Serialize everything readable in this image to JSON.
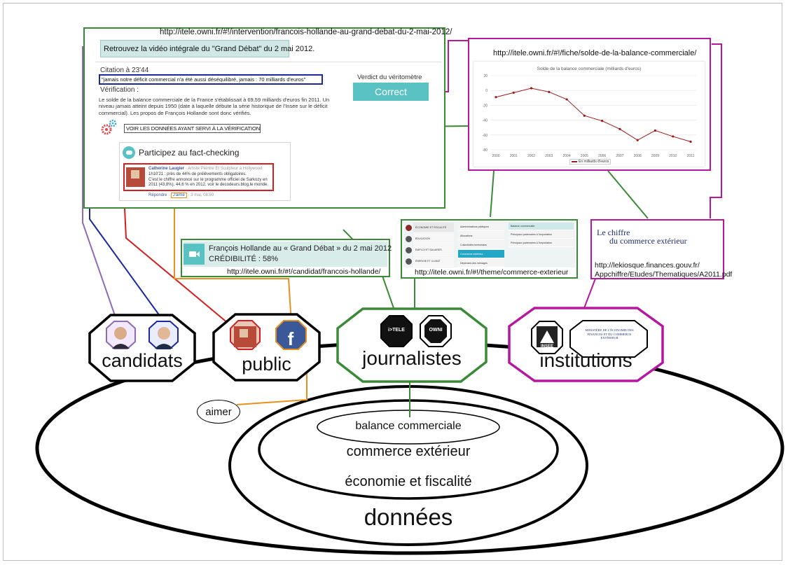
{
  "debate": {
    "url": "http://itele.owni.fr/#!/intervention/francois-hollande-au-grand-debat-du-2-mai-2012/",
    "video_link": "Retrouvez la vidéo intégrale du \"Grand Débat\" du 2 mai 2012.",
    "citation_time": "Citation à 23'44",
    "quote": "\"jamais notre déficit commercial n'a été aussi déséquilibré, jamais : 70 milliards d'euros\"",
    "verification_label": "Vérification :",
    "verification_text": "Le solde de la balance commerciale de la France s'établissait à 69,59 milliards d'euros fin 2011. Un niveau jamais atteint depuis 1950 (date à laquelle débute la série historique de l'Insee sur le déficit commercial). Les propos de François Hollande sont donc vérifiés.",
    "verdict_label": "Verdict du véritomètre",
    "verdict_value": "Correct",
    "data_link": "VOIR LES DONNÉES AYANT SERVI À LA VÉRIFICATION",
    "participate": "Participez au fact-checking",
    "comment_author": "Catherine Laugier",
    "comment_role": "· Artiste Peintre Et Sculpteur à Hollywood",
    "comment_line1": "1h10'21 : près de 44% de prélèvements obligatoires.",
    "comment_line2": "C'est le chiffre annoncé sur le programme officiel de Sarkozy en 2011 (43,8%), 44,6 % en 2012, voir le decodeurs.blog.le monde.",
    "reply": "Répondre",
    "like": "J'aime",
    "comment_date": "3 mai, 08:59"
  },
  "chart_panel": {
    "url": "http://itele.owni.fr/#!/fiche/solde-de-la-balance-commerciale/",
    "legend_entry": "En milliards d'euros"
  },
  "chart_data": {
    "type": "line",
    "title": "Solde de la balance commerciale (milliards d'euros)",
    "x": [
      "2000",
      "2001",
      "2002",
      "2003",
      "2004",
      "2005",
      "2006",
      "2007",
      "2008",
      "2009",
      "2010",
      "2011"
    ],
    "series": [
      {
        "name": "En milliards d'euros",
        "values": [
          -9,
          -3,
          3,
          -2,
          -12,
          -34,
          -41,
          -52,
          -67,
          -54,
          -62,
          -69
        ],
        "color": "#9a1c1c"
      }
    ],
    "yticks": [
      "20",
      "0",
      "-20",
      "-40",
      "-60",
      "-80"
    ],
    "ylim": [
      -80,
      20
    ],
    "grid": true,
    "legend": "bottom"
  },
  "candidate_card": {
    "title": "François Hollande au « Grand Débat » du 2 mai 2012",
    "credibility": "CRÉDIBILITÉ : 58%",
    "url": "http://itele.owni.fr/#!/candidat/francois-hollande/"
  },
  "theme_menu": {
    "url": "http://itele.owni.fr/#!/theme/commerce-exterieur",
    "left_items": [
      "ÉCONOMIE ET FISCALITÉ",
      "ÉDUCATION",
      "EMPLOI ET SALAIRES",
      "ÉNERGIE ET CLIMAT"
    ],
    "mid_items": [
      "Administrations publiques",
      "Allocations",
      "Collectivités territoriales",
      "Commerce extérieur",
      "Dépenses des ménages"
    ],
    "right_items": [
      "Balance commerciale",
      "Principaux partenaires à l'exportation",
      "Principaux partenaires à l'importation"
    ]
  },
  "institution_doc": {
    "logo_line1": "Le chiffre",
    "logo_line2": "du commerce extérieur",
    "url_line1": "http://lekiosque.finances.gouv.fr/",
    "url_line2": "Appchiffre/Etudes/Thematiques/A2011.pdf"
  },
  "actors": {
    "candidats": "candidats",
    "public": "public",
    "journalistes": "journalistes",
    "institutions": "institutions",
    "aimer": "aimer",
    "itele_logo": "i>TELE",
    "owni_logo": "OWNI",
    "insee_logo": "INSEE",
    "ministry_logo": "MINISTÈRE DE L'ÉCONOMIE DES FINANCES ET DU COMMERCE EXTÉRIEUR"
  },
  "levels": {
    "l1": "balance commerciale",
    "l2": "commerce extérieur",
    "l3": "économie et fiscalité",
    "l4": "données"
  },
  "colors": {
    "purple_link": "#8e6bb5",
    "blue_link": "#1b2a9e",
    "red_link": "#d31f1f",
    "orange_link": "#e8901e",
    "green_link": "#3a8a37",
    "magenta_link": "#b5179e",
    "teal": "#5bc2c4"
  }
}
